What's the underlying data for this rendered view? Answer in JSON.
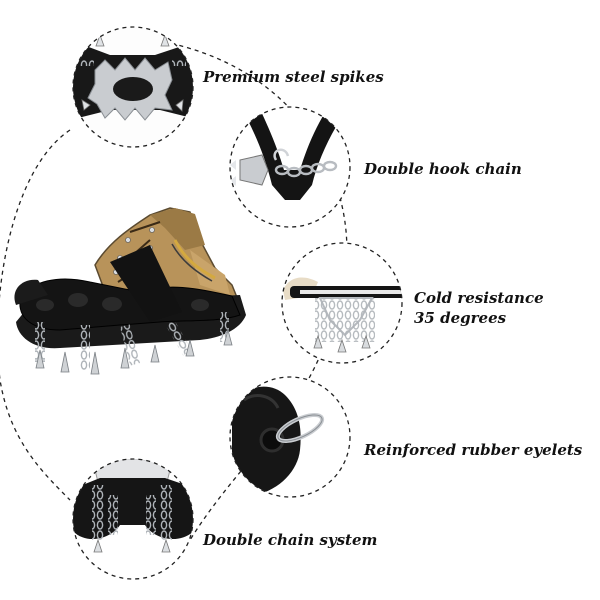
{
  "features": [
    {
      "label": "Premium steel spikes",
      "icon": "steel-spikes-icon"
    },
    {
      "label": "Double hook chain",
      "icon": "hook-chain-icon"
    },
    {
      "label_line1": "Cold resistance",
      "label_line2": "35 degrees",
      "icon": "cold-resistance-icon"
    },
    {
      "label": "Reinforced rubber eyelets",
      "icon": "rubber-eyelet-icon"
    },
    {
      "label": "Double chain system",
      "icon": "double-chain-icon"
    }
  ],
  "colors": {
    "rubber": "#141414",
    "steel": "#c9ccd0",
    "boot": "#b8935a",
    "boot_dark": "#5a4a30",
    "dashes": "#222222"
  }
}
